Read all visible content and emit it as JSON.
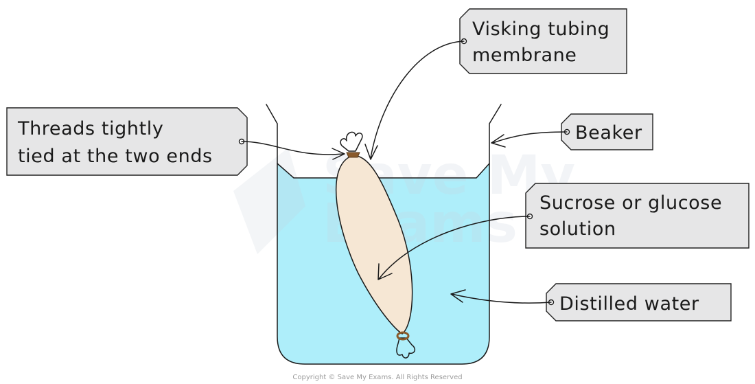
{
  "labels": {
    "membrane": [
      "Visking tubing",
      "membrane"
    ],
    "threads": [
      "Threads tightly",
      "tied at the two ends"
    ],
    "beaker": [
      "Beaker"
    ],
    "solution": [
      "Sucrose or glucose",
      "solution"
    ],
    "water": [
      "Distilled water"
    ]
  },
  "watermark": [
    "Save My",
    "Exams"
  ],
  "copyright": "Copyright © Save My Exams. All Rights Reserved",
  "colors": {
    "water": "#aeeefa",
    "tubing": "#f6e7d4",
    "label_box": "#e6e6e7",
    "thread": "#8a5a2b",
    "watermark": "#c9d1dc"
  }
}
